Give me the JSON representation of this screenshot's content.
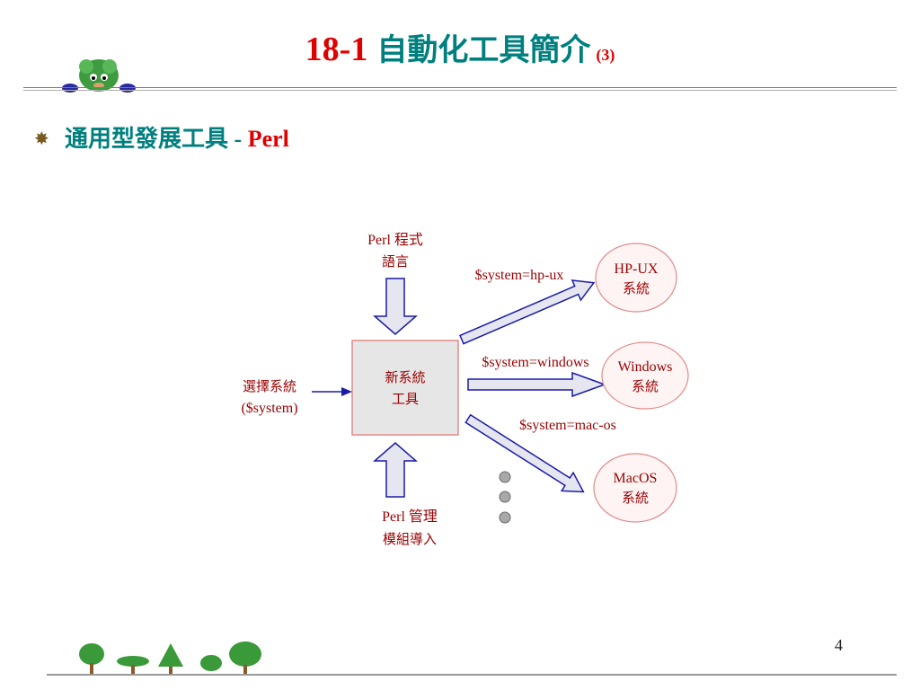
{
  "slide": {
    "title_number": "18-1",
    "title_text": "自動化工具簡介",
    "title_suffix": "(3)",
    "bullet_zh": "通用型發展工具",
    "bullet_dash": " - ",
    "bullet_en": "Perl",
    "page_number": "4"
  },
  "diagram": {
    "perl_language": [
      "Perl 程式",
      "語言"
    ],
    "perl_modules": [
      "Perl 管理",
      "模組導入"
    ],
    "select_system": [
      "選擇系統",
      "($system)"
    ],
    "new_tool": [
      "新系統",
      "工具"
    ],
    "branches": [
      {
        "condition": "$system=hp-ux",
        "target": [
          "HP-UX",
          "系統"
        ]
      },
      {
        "condition": "$system=windows",
        "target": [
          "Windows",
          "系統"
        ]
      },
      {
        "condition": "$system=mac-os",
        "target": [
          "MacOS",
          "系統"
        ]
      }
    ]
  },
  "colors": {
    "title_red": "#e00000",
    "title_teal": "#007f7f",
    "label_red": "#990000",
    "arrow_blue": "#1a1aa8",
    "box_fill": "#e6e6e6",
    "box_border": "#e08a8a"
  }
}
